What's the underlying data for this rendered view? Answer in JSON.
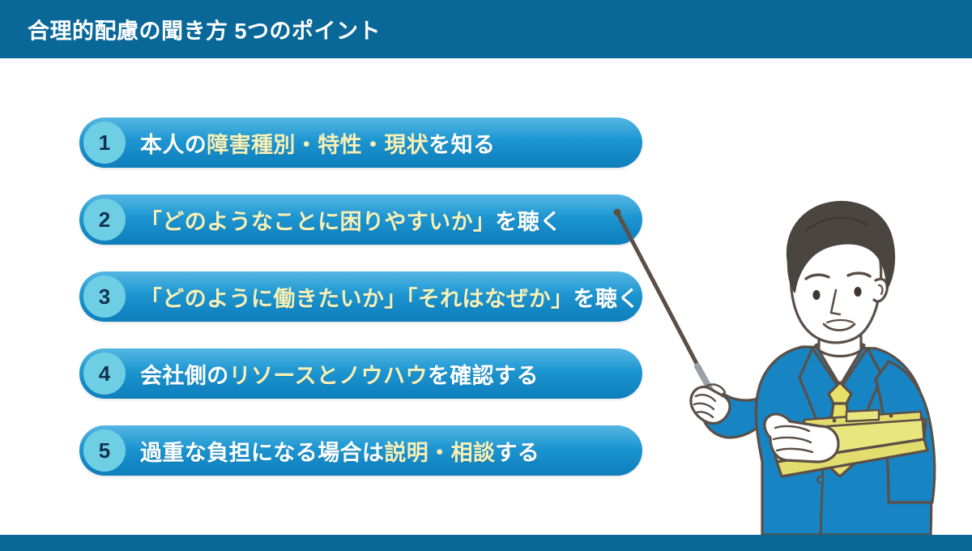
{
  "header": {
    "title": "合理的配慮の聞き方 5つのポイント",
    "bar_color": "#0a6899"
  },
  "footer": {
    "bar_color": "#0a6899"
  },
  "palette": {
    "background": "#ffffff",
    "bar_blue_light": "#35a8dd",
    "bar_blue_dark": "#0e7fbb",
    "badge_circle": "#6ecfe4",
    "badge_number": "#11324f",
    "text_white": "#ffffff",
    "text_cream": "#f7f0b6",
    "suit_blue": "#1784c4",
    "tie_yellow": "#e9e06a",
    "clipboard_yellow": "#e9e67e",
    "hair_dark": "#4a453f",
    "outline": "#5b4f47",
    "skin": "#ffffff"
  },
  "points": [
    {
      "number": "1",
      "text": "本人の障害種別・特性・現状を知る",
      "segments": [
        {
          "text": "本人の",
          "style": "white"
        },
        {
          "text": "障害種別・特性・現状",
          "style": "cream"
        },
        {
          "text": "を知る",
          "style": "white"
        }
      ]
    },
    {
      "number": "2",
      "text": "「どのようなことに困りやすいか」を聴く",
      "segments": [
        {
          "text": "「どのようなことに困りやすいか」",
          "style": "cream"
        },
        {
          "text": "を聴く",
          "style": "white"
        }
      ]
    },
    {
      "number": "3",
      "text": "「どのように働きたいか」「それはなぜか」を聴く",
      "segments": [
        {
          "text": "「どのように働きたいか」「それはなぜか」",
          "style": "cream"
        },
        {
          "text": "を聴く",
          "style": "white"
        }
      ]
    },
    {
      "number": "4",
      "text": "会社側のリソースとノウハウを確認する",
      "segments": [
        {
          "text": "会社側の",
          "style": "white"
        },
        {
          "text": "リソースとノウハウ",
          "style": "cream"
        },
        {
          "text": "を確認する",
          "style": "white"
        }
      ]
    },
    {
      "number": "5",
      "text": "過重な負担になる場合は説明・相談する",
      "segments": [
        {
          "text": "過重な負担になる場合は",
          "style": "white"
        },
        {
          "text": "説明・相談",
          "style": "cream"
        },
        {
          "text": "する",
          "style": "white"
        }
      ]
    }
  ],
  "illustration": {
    "description": "smiling businessman in blue suit holding a pointer stick and a yellow clipboard",
    "icon_name": "businessman-with-pointer-illustration"
  }
}
